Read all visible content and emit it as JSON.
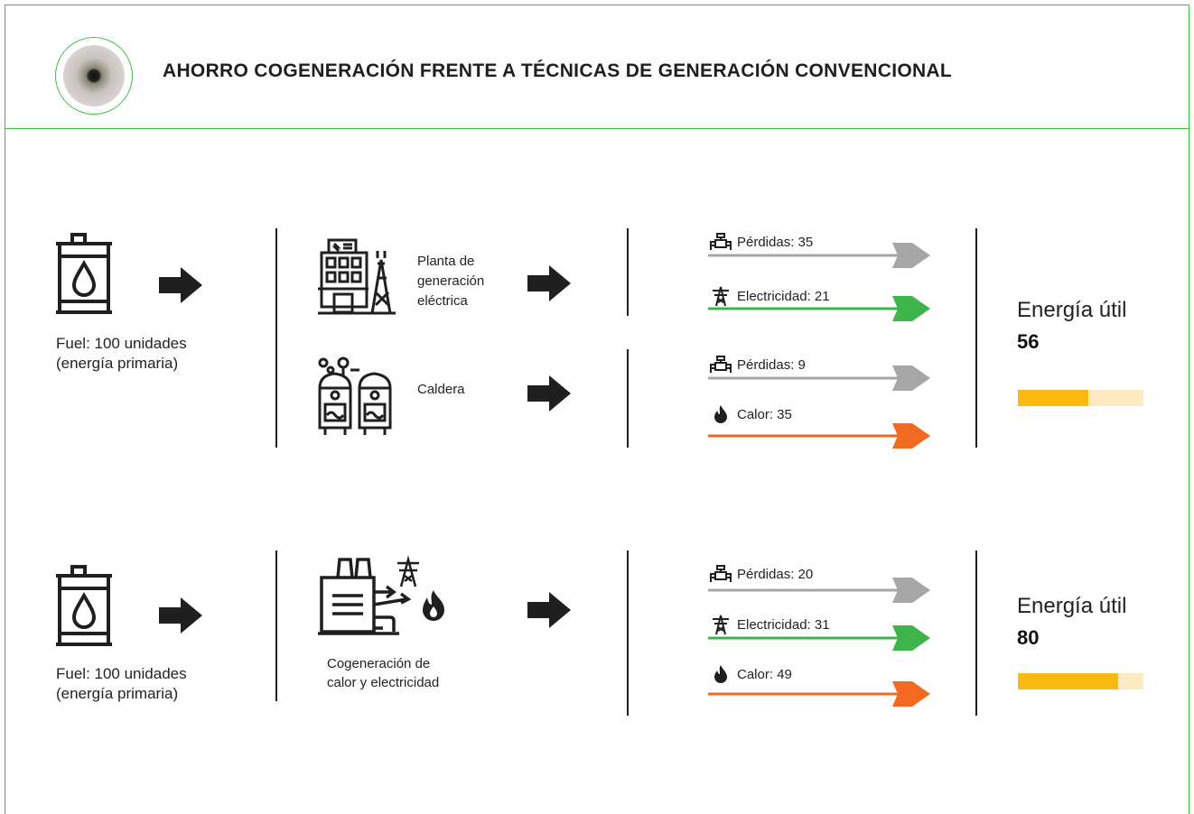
{
  "header": {
    "title": "AHORRO COGENERACIÓN FRENTE A TÉCNICAS DE GENERACIÓN CONVENCIONAL"
  },
  "colors": {
    "border": "#3fbf3f",
    "losses": "#a6a6a6",
    "electricity": "#3db54a",
    "heat": "#f26a21",
    "bar_fill": "#fbba0f",
    "bar_track": "#fde9bf"
  },
  "conventional": {
    "fuel": {
      "line1": "Fuel: 100 unidades",
      "line2": "(energía primaria)",
      "icon": "fuel-barrel-icon"
    },
    "plant": {
      "line1": "Planta de",
      "line2": "generación",
      "line3": "eléctrica",
      "icon": "power-plant-icon"
    },
    "boiler": {
      "label": "Caldera",
      "icon": "boiler-icon"
    },
    "plant_outputs": [
      {
        "label": "Pérdidas: 35",
        "type": "losses",
        "icon": "pipe-valve-icon"
      },
      {
        "label": "Electricidad: 21",
        "type": "electricity",
        "icon": "power-tower-icon"
      }
    ],
    "boiler_outputs": [
      {
        "label": "Pérdidas: 9",
        "type": "losses",
        "icon": "pipe-valve-icon"
      },
      {
        "label": "Calor: 35",
        "type": "heat",
        "icon": "flame-icon"
      }
    ],
    "energy": {
      "title": "Energía útil",
      "value": "56",
      "fraction": 0.56
    }
  },
  "cogeneration": {
    "fuel": {
      "line1": "Fuel: 100 unidades",
      "line2": "(energía primaria)",
      "icon": "fuel-barrel-icon"
    },
    "plant": {
      "line1": "Cogeneración de",
      "line2": "calor y electricidad",
      "icon": "cogeneration-plant-icon"
    },
    "outputs": [
      {
        "label": "Pérdidas: 20",
        "type": "losses",
        "icon": "pipe-valve-icon"
      },
      {
        "label": "Electricidad: 31",
        "type": "electricity",
        "icon": "power-tower-icon"
      },
      {
        "label": "Calor: 49",
        "type": "heat",
        "icon": "flame-icon"
      }
    ],
    "energy": {
      "title": "Energía útil",
      "value": "80",
      "fraction": 0.8
    }
  }
}
